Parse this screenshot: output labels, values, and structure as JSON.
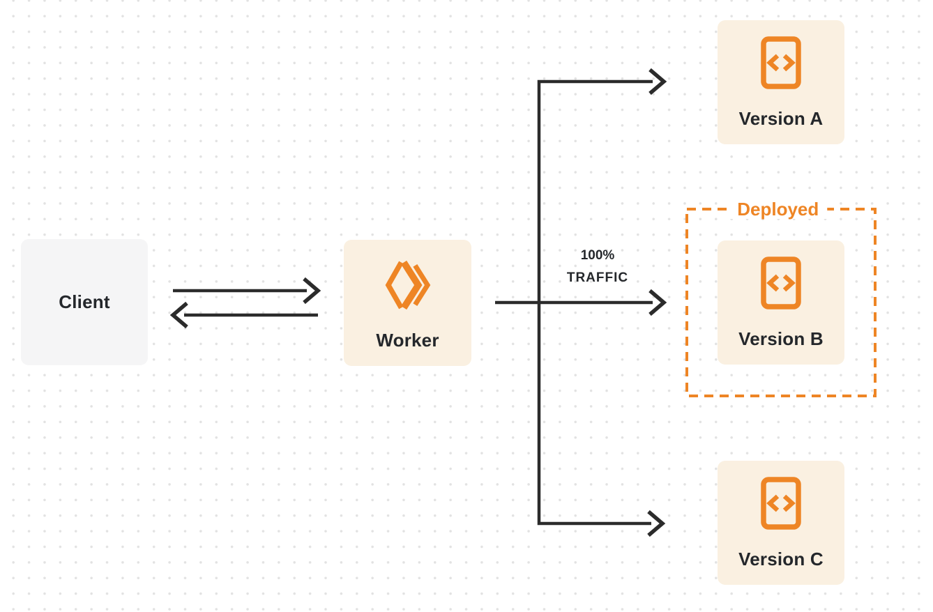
{
  "nodes": {
    "client": {
      "label": "Client"
    },
    "worker": {
      "label": "Worker"
    },
    "version_a": {
      "label": "Version A"
    },
    "version_b": {
      "label": "Version B"
    },
    "version_c": {
      "label": "Version C"
    }
  },
  "deployed_box": {
    "label": "Deployed"
  },
  "traffic": {
    "percent": "100%",
    "word": "TRAFFIC"
  },
  "icons": {
    "worker_icon": "workers-chevron-icon",
    "version_icon": "code-file-icon"
  },
  "colors": {
    "orange": "#ee8525",
    "node_cream": "#faf0e1",
    "client_gray": "#f5f5f6",
    "arrow_dark": "#2b2b2b",
    "text_dark": "#24272b",
    "dot_grid": "#e2e2e2"
  }
}
